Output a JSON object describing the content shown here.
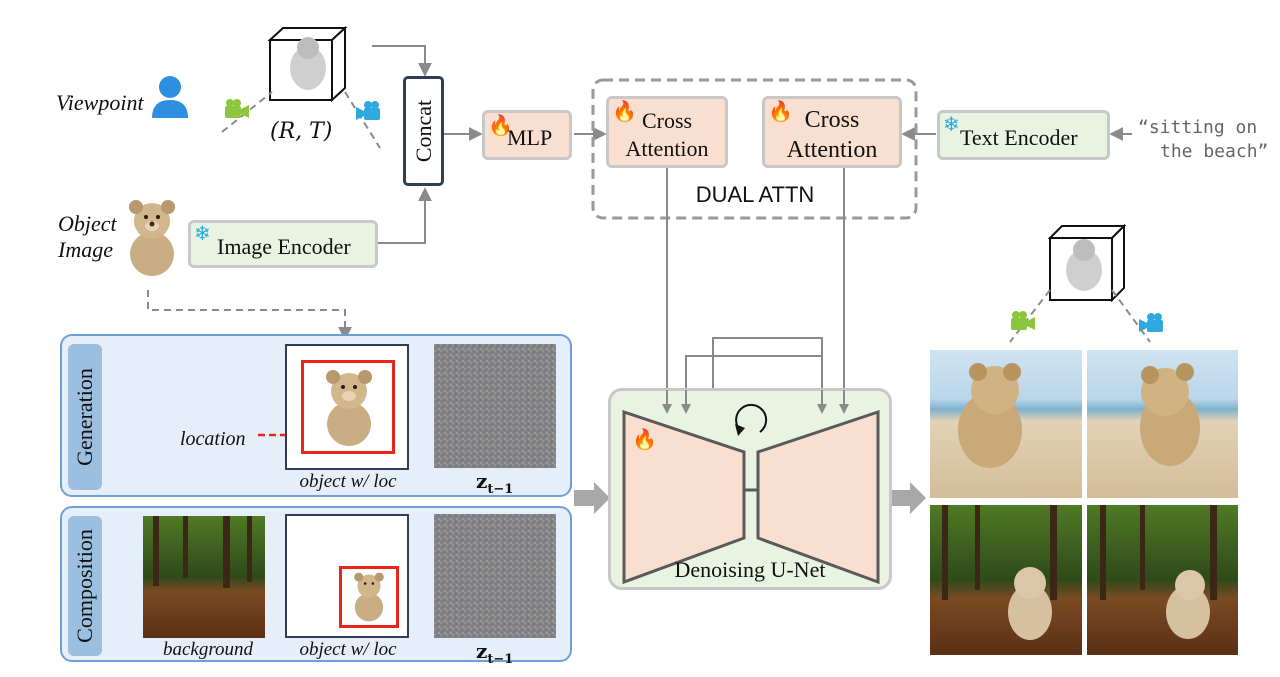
{
  "inputs": {
    "viewpoint_label": "Viewpoint",
    "pose_label": "(R, T)",
    "object_image_label_line1": "Object",
    "object_image_label_line2": "Image",
    "text_prompt_line1": "“sitting on",
    "text_prompt_line2": "the beach”"
  },
  "modules": {
    "concat": "Concat",
    "mlp": "MLP",
    "cross_attention_1_line1": "Cross",
    "cross_attention_1_line2": "Attention",
    "cross_attention_2_line1": "Cross",
    "cross_attention_2_line2": "Attention",
    "dual_attn": "DUAL ATTN",
    "text_encoder": "Text Encoder",
    "image_encoder": "Image Encoder",
    "unet": "Denoising U-Net"
  },
  "generation": {
    "tab": "Generation",
    "location_label": "location",
    "object_caption": "object w/ loc",
    "latent_caption": "z",
    "latent_subscript": "t−1"
  },
  "composition": {
    "tab": "Composition",
    "background_caption": "background",
    "object_caption": "object w/ loc",
    "latent_caption": "z",
    "latent_subscript": "t−1"
  },
  "icons": {
    "trainable": "flame-icon",
    "frozen": "snowflake-icon",
    "user": "user-icon",
    "camera": "video-camera-icon",
    "refresh": "loop-arrow-icon"
  },
  "colors": {
    "trainable_fill": "#f9dfd0",
    "frozen_fill": "#e9f3e1",
    "panel_fill": "#e6eff9",
    "panel_border": "#6f9fd6",
    "arrow": "#8a8a8a",
    "location_arrow": "#e8261a",
    "camera_green": "#8cc63f",
    "camera_blue": "#2ea8df"
  }
}
